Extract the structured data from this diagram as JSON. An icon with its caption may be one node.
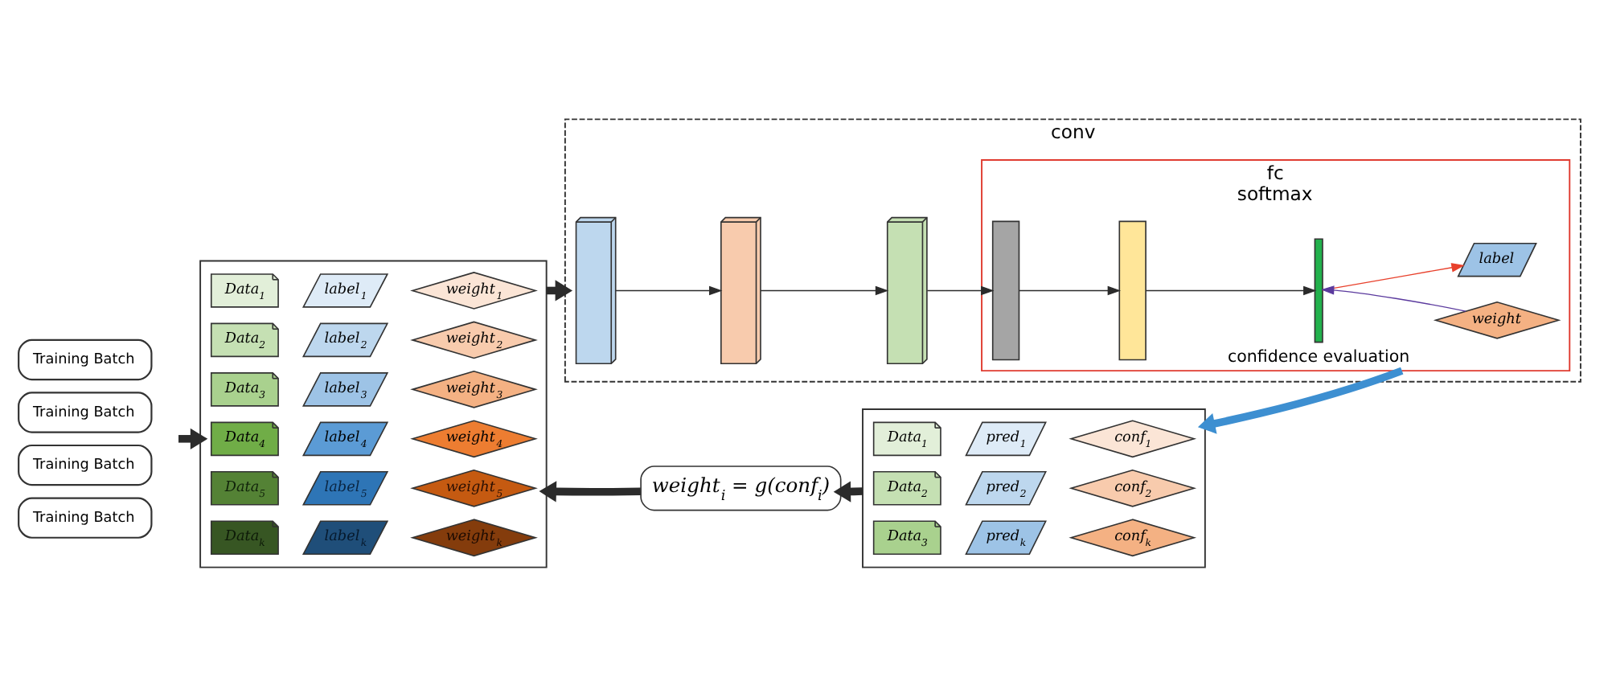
{
  "diagram": {
    "nodes": [
      {
        "text": [
          "Training Batch"
        ]
      },
      {
        "text": [
          "Training Batch"
        ]
      },
      {
        "text": [
          "Training Batch"
        ]
      },
      {
        "text": [
          "Training Batch"
        ]
      },
      {
        "text": [],
        "shape": "box"
      },
      {
        "text": [
          "Data$_{1}$"
        ],
        "in": 4
      },
      {
        "text": [
          "label$_{1}$"
        ],
        "in": 4
      },
      {
        "text": [
          "weight$_{1}$"
        ],
        "in": 4
      },
      {
        "text": [
          "Data$_{2}$"
        ],
        "in": 4
      },
      {
        "text": [
          "label$_{2}$"
        ],
        "in": 4
      },
      {
        "text": [
          "weight$_{2}$"
        ],
        "in": 4
      },
      {
        "text": [
          "Data$_{3}$"
        ],
        "in": 4
      },
      {
        "text": [
          "label$_{3}$"
        ],
        "in": 4
      },
      {
        "text": [
          "weight$_{3}$"
        ],
        "in": 4
      },
      {
        "text": [
          "Data$_{4}$"
        ],
        "in": 4
      },
      {
        "text": [
          "label$_{4}$"
        ],
        "in": 4
      },
      {
        "text": [
          "weight$_{4}$"
        ],
        "in": 4
      },
      {
        "text": [
          "Data$_{5}$"
        ],
        "in": 4
      },
      {
        "text": [
          "label$_{5}$"
        ],
        "in": 4
      },
      {
        "text": [
          "weight$_{5}$"
        ],
        "in": 4
      },
      {
        "text": [
          "Data$_{k}$"
        ],
        "in": 4
      },
      {
        "text": [
          "label$_{k}$"
        ],
        "in": 4
      },
      {
        "text": [
          "weight$_{k}$"
        ],
        "in": 4
      },
      {
        "text": [
          "conv"
        ]
      },
      {
        "text": [],
        "shape": "cuboid",
        "in": 23
      },
      {
        "text": [],
        "shape": "cuboid",
        "in": 23
      },
      {
        "text": [],
        "shape": "cuboid",
        "in": 23
      },
      {
        "text": [
          "fc",
          "softmax"
        ],
        "in": 23
      },
      {
        "text": [],
        "shape": "box",
        "in": 27
      },
      {
        "text": [],
        "shape": "box",
        "in": 27
      },
      {
        "text": [],
        "shape": "bar",
        "in": 27
      },
      {
        "text": [
          "label"
        ],
        "in": 27
      },
      {
        "text": [
          "weight"
        ],
        "in": 27
      },
      {
        "text": [
          "weight$_{i}$ = g(conf$_{i}$)"
        ]
      },
      {
        "text": [],
        "shape": "box"
      },
      {
        "text": [
          "Data$_{1}$"
        ],
        "in": 34
      },
      {
        "text": [
          "pred$_{1}$"
        ],
        "in": 34
      },
      {
        "text": [
          "conf$_{1}$"
        ],
        "in": 34
      },
      {
        "text": [
          "Data$_{2}$"
        ],
        "in": 34
      },
      {
        "text": [
          "pred$_{2}$"
        ],
        "in": 34
      },
      {
        "text": [
          "conf$_{2}$"
        ],
        "in": 34
      },
      {
        "text": [
          "Data$_{3}$"
        ],
        "in": 34
      },
      {
        "text": [
          "pred$_{k}$"
        ],
        "in": 34
      },
      {
        "text": [
          "conf$_{k}$"
        ],
        "in": 34
      }
    ],
    "edges": [
      {
        "from": null,
        "to": 4,
        "arrow": "to",
        "style": "thick"
      },
      {
        "from": 4,
        "to": 23,
        "arrow": "to",
        "style": "thick"
      },
      {
        "from": 24,
        "to": 25,
        "arrow": "to"
      },
      {
        "from": 25,
        "to": 26,
        "arrow": "to"
      },
      {
        "from": 26,
        "to": 28,
        "arrow": "to"
      },
      {
        "from": 28,
        "to": 29,
        "arrow": "to"
      },
      {
        "from": 29,
        "to": 30,
        "arrow": "to"
      },
      {
        "from": 30,
        "to": 31,
        "arrow": "to",
        "color": "#e8412c"
      },
      {
        "from": 32,
        "to": 30,
        "arrow": "to",
        "color": "#5b3a9e"
      },
      {
        "from": 27,
        "to": 34,
        "arrow": "to",
        "label": "confidence evaluation",
        "style": "thick",
        "color": "#3d8fd1"
      },
      {
        "from": 34,
        "to": 33,
        "arrow": "to",
        "style": "thick"
      },
      {
        "from": 33,
        "to": 4,
        "arrow": "to",
        "style": "thick"
      }
    ]
  }
}
